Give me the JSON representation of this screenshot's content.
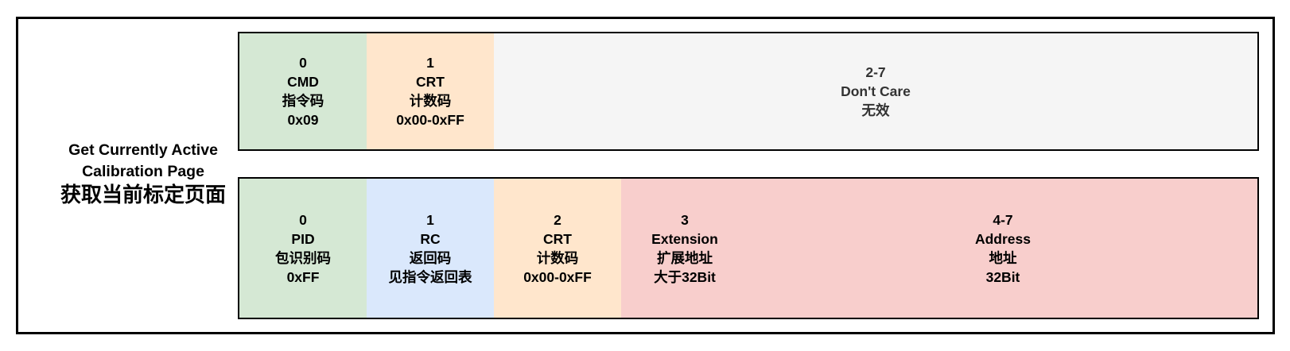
{
  "diagram_label": {
    "line1": "Get Currently Active",
    "line2": "Calibration Page",
    "line3": "获取当前标定页面"
  },
  "colors": {
    "green": "#d5e8d4",
    "orange": "#ffe6cc",
    "blue": "#dae8fc",
    "pink": "#f8cecc",
    "gray": "#f5f5f5",
    "border": "#000000"
  },
  "request_row": {
    "cells": [
      {
        "byte": "0",
        "name": "CMD",
        "desc": "指令码",
        "value": "0x09",
        "span": 1,
        "color": "green"
      },
      {
        "byte": "1",
        "name": "CRT",
        "desc": "计数码",
        "value": "0x00-0xFF",
        "span": 1,
        "color": "orange"
      },
      {
        "byte": "2-7",
        "name": "Don't Care",
        "desc": "无效",
        "span": 6,
        "color": "gray"
      }
    ]
  },
  "response_row": {
    "cells": [
      {
        "byte": "0",
        "name": "PID",
        "desc": "包识别码",
        "value": "0xFF",
        "span": 1,
        "color": "green"
      },
      {
        "byte": "1",
        "name": "RC",
        "desc": "返回码",
        "value": "见指令返回表",
        "span": 1,
        "color": "blue"
      },
      {
        "byte": "2",
        "name": "CRT",
        "desc": "计数码",
        "value": "0x00-0xFF",
        "span": 1,
        "color": "orange"
      },
      {
        "byte": "3",
        "name": "Extension",
        "desc": "扩展地址",
        "value": "大于32Bit",
        "span": 1,
        "color": "pink"
      },
      {
        "byte": "4-7",
        "name": "Address",
        "desc": "地址",
        "value": "32Bit",
        "span": 4,
        "color": "pink"
      }
    ]
  }
}
